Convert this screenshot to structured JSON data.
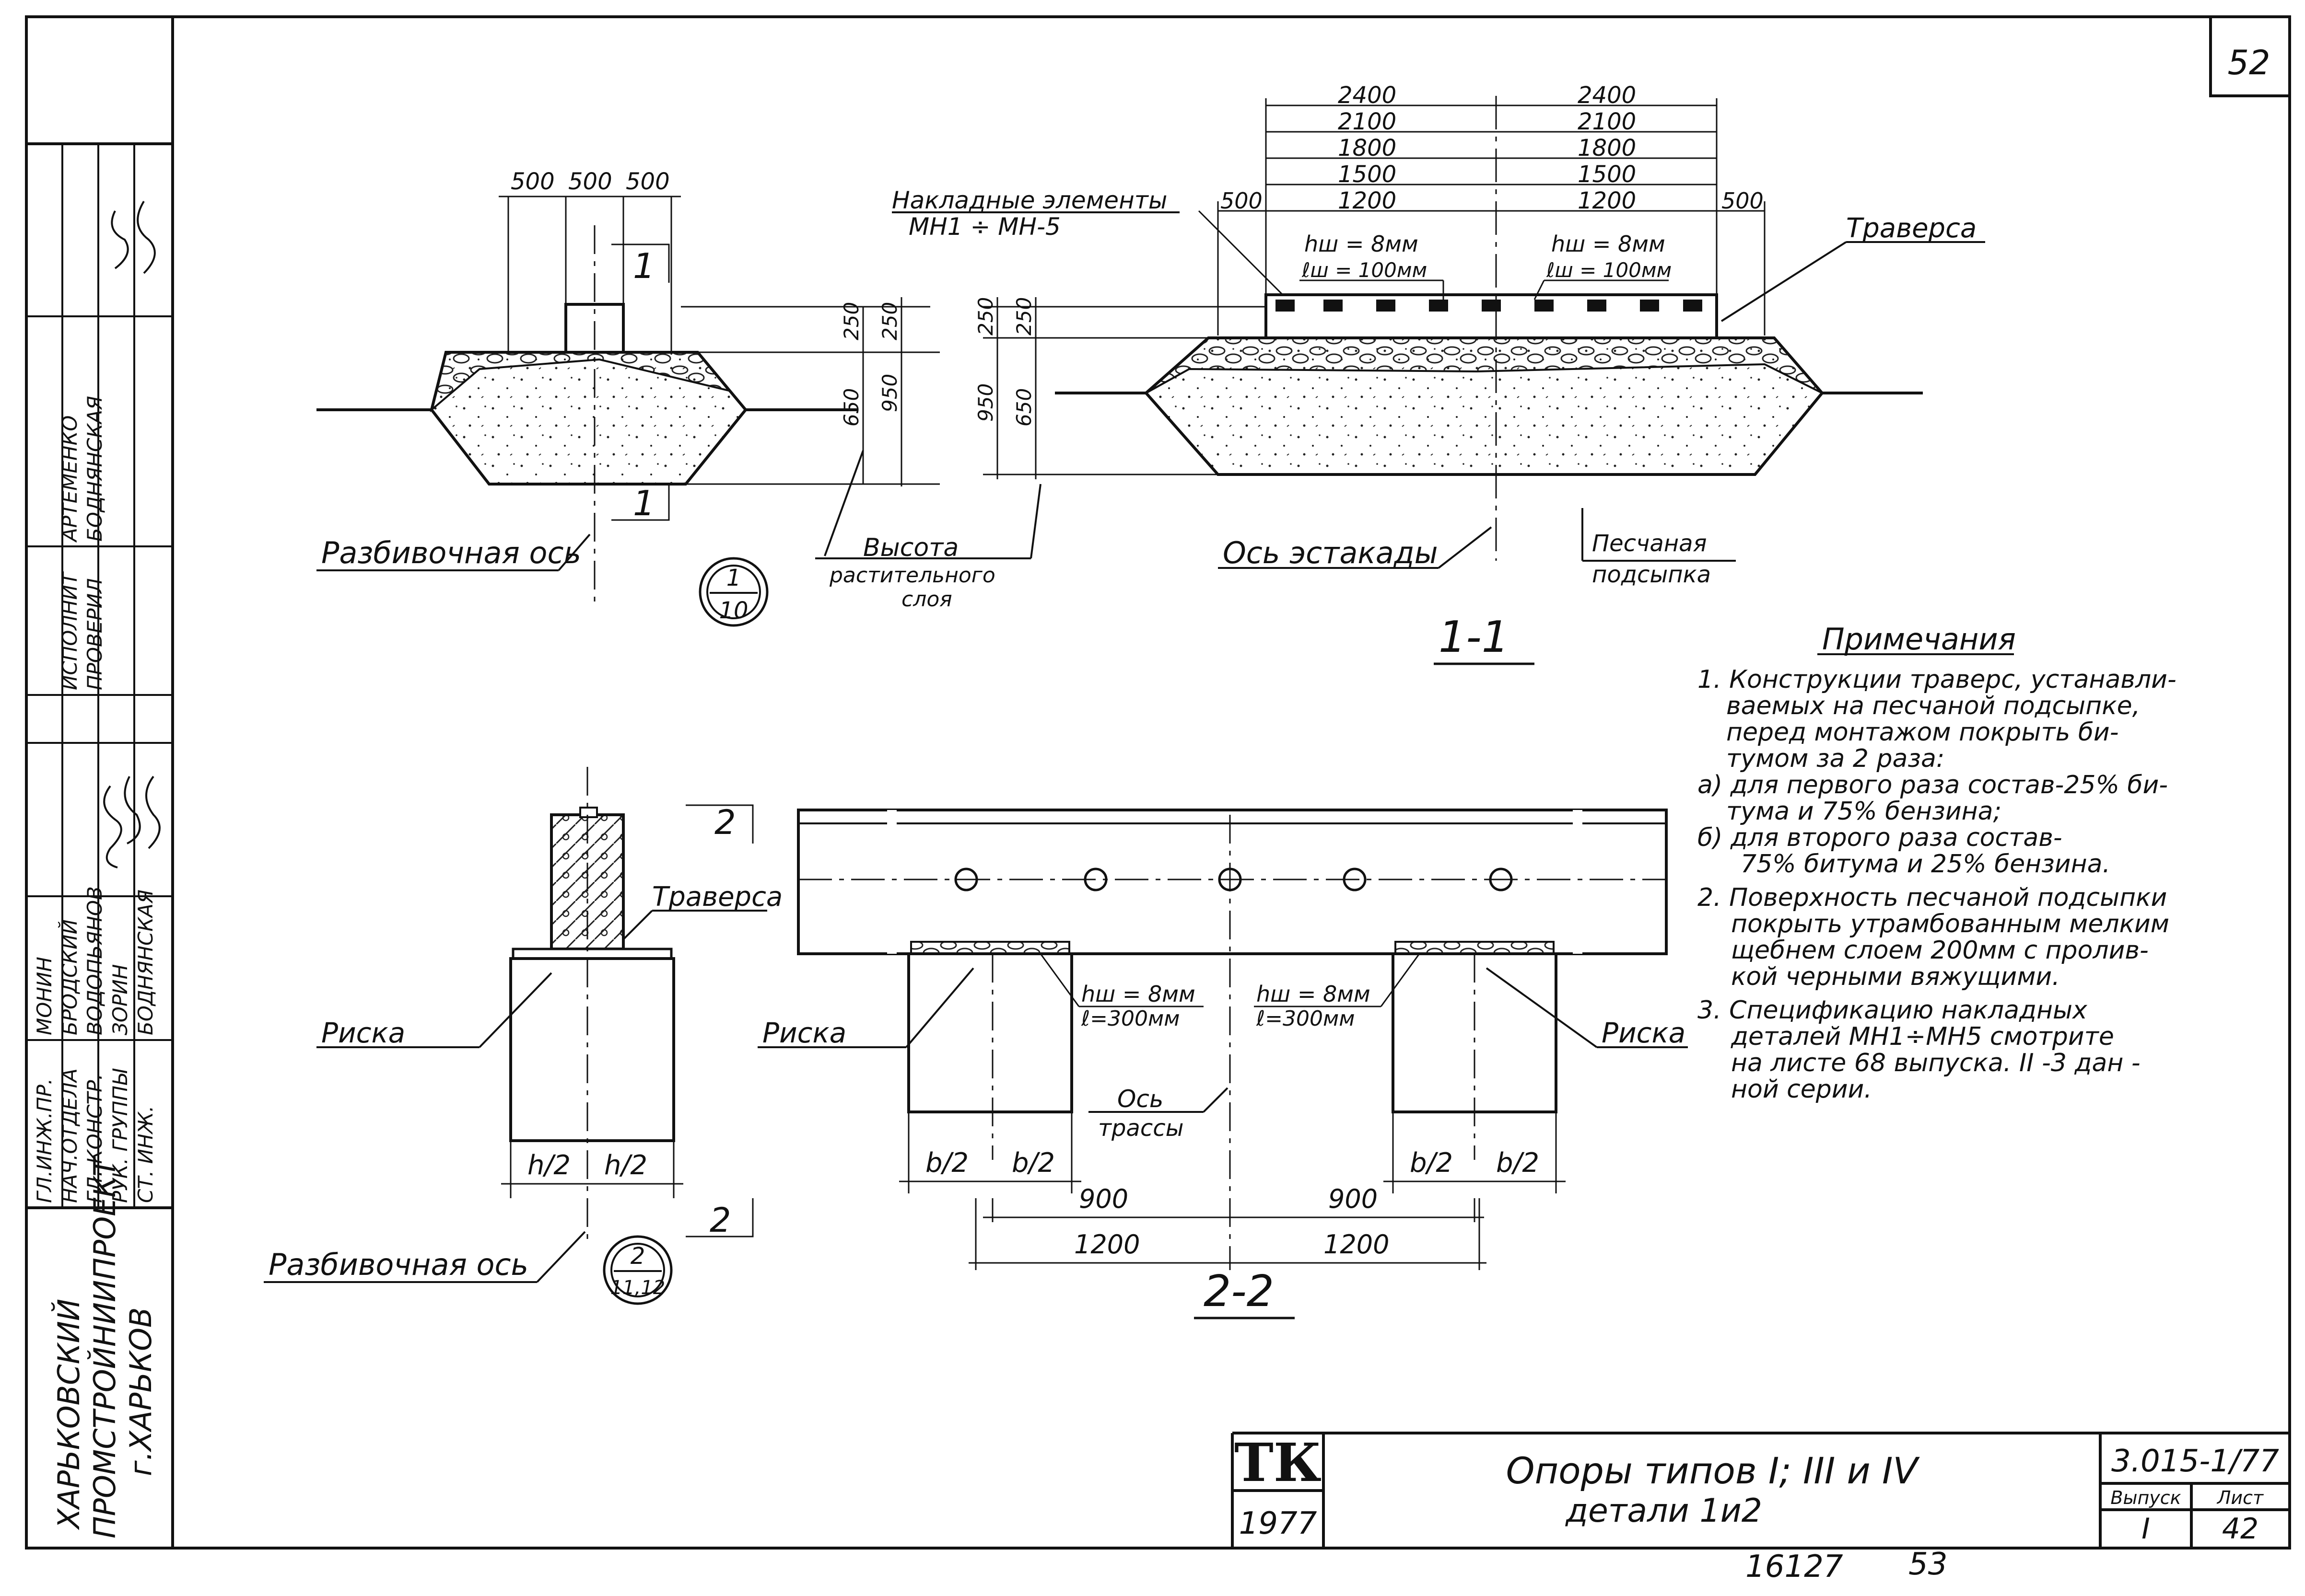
{
  "sheet_number": "52",
  "page_numbers": {
    "left": "16127",
    "right": "53"
  },
  "org": {
    "line1": "ХАРЬКОВСКИЙ",
    "line2": "ПРОМСТРОЙНИИПРОЕКТ",
    "line3": "г.ХАРЬКОВ"
  },
  "signatures": [
    {
      "role": "ГЛ.ИНЖ.ПР.",
      "name": "МОНИН"
    },
    {
      "role": "НАЧ.ОТДЕЛА",
      "name": "БРОДСКИЙ"
    },
    {
      "role": "ГЛ. КОНСТР.",
      "name": "ВОДОПЬЯНОВ"
    },
    {
      "role": "РУК. ГРУППЫ",
      "name": "ЗОРИН"
    },
    {
      "role": "СТ. ИНЖ.",
      "name": "БОДНЯНСКАЯ"
    },
    {
      "role": "ИСПОЛНИТ",
      "name": "АРТЕМЕНКО"
    },
    {
      "role": "ПРОВЕРИЛ",
      "name": "БОДНЯНСКАЯ"
    }
  ],
  "section1": {
    "label": "1-1",
    "dims_top_left": [
      "500",
      "500",
      "500"
    ],
    "dims_left_v": [
      "250",
      "650",
      "250",
      "950"
    ],
    "dims_mid_v": [
      "950",
      "650",
      "250",
      "250"
    ],
    "razb_os": "Разбивочная ось",
    "cut_mark": "1",
    "detail_ref": {
      "top": "1",
      "bottom": "10"
    },
    "vysota_1": "Высота",
    "vysota_2": "растительного",
    "vysota_3": "слоя",
    "nakl_1": "Накладные элементы",
    "nakl_2": "МН1 ÷ МН-5",
    "side_dim": "500",
    "stack_left": [
      "2400",
      "2100",
      "1800",
      "1500",
      "1200"
    ],
    "stack_right": [
      "2400",
      "2100",
      "1800",
      "1500",
      "1200"
    ],
    "hw1": "hш = 8мм",
    "lw1": "ℓш = 100мм",
    "hw2": "hш = 8мм",
    "lw2": "ℓш = 100мм",
    "traversa": "Траверса",
    "os_estakady": "Ось эстакады",
    "pesch_1": "Песчаная",
    "pesch_2": "подсыпка"
  },
  "section2": {
    "label": "2-2",
    "cut_mark": "2",
    "traversa": "Траверса",
    "riska": "Риска",
    "h_half": "h/2",
    "b_half": "b/2",
    "razb_os": "Разбивочная ось",
    "detail_ref": {
      "top": "2",
      "bottom": "11,12"
    },
    "hw": "hш = 8мм",
    "lw": "ℓ=300мм",
    "os_trassy_1": "Ось",
    "os_trassy_2": "трассы",
    "dim_900": "900",
    "dim_1200": "1200"
  },
  "notes": {
    "title": "Примечания",
    "lines": [
      "1. Конструкции траверс, устанавли-",
      "ваемых на песчаной подсыпке,",
      "перед монтажом покрыть би-",
      "тумом за 2 раза:",
      "а) для первого раза состав-25% би-",
      "тума и 75% бензина;",
      "б) для второго раза состав-",
      "75% битума и 25% бензина.",
      "2. Поверхность песчаной подсыпки",
      "покрыть утрамбованным мелким",
      "щебнем слоем 200мм с пролив-",
      "кой черными вяжущими.",
      "3. Спецификацию накладных",
      "деталей МН1÷МН5 смотрите",
      "на листе 68 выпуска. II -3 дан -",
      "ной серии."
    ]
  },
  "title_block": {
    "logo": "ТК",
    "year": "1977",
    "title_1": "Опоры типов I; III и IV",
    "title_2": "детали 1и2",
    "code": "3.015-1/77",
    "vypusk_label": "Выпуск",
    "vypusk_value": "I",
    "list_label": "Лист",
    "list_value": "42"
  }
}
